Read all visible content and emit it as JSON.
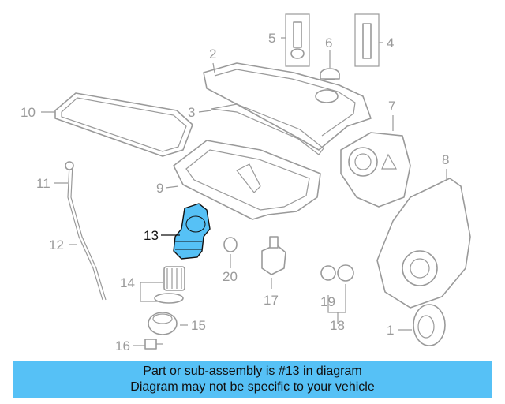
{
  "diagram": {
    "highlight_color": "#56c1f6",
    "highlighted_part": "13",
    "callouts": [
      "1",
      "2",
      "3",
      "4",
      "5",
      "6",
      "7",
      "8",
      "9",
      "10",
      "11",
      "12",
      "13",
      "14",
      "15",
      "16",
      "17",
      "18",
      "19",
      "20"
    ]
  },
  "banner": {
    "color": "#56c1f6",
    "line1": "Part or sub-assembly is #13 in diagram",
    "line2": "Diagram may not be specific to your vehicle"
  }
}
